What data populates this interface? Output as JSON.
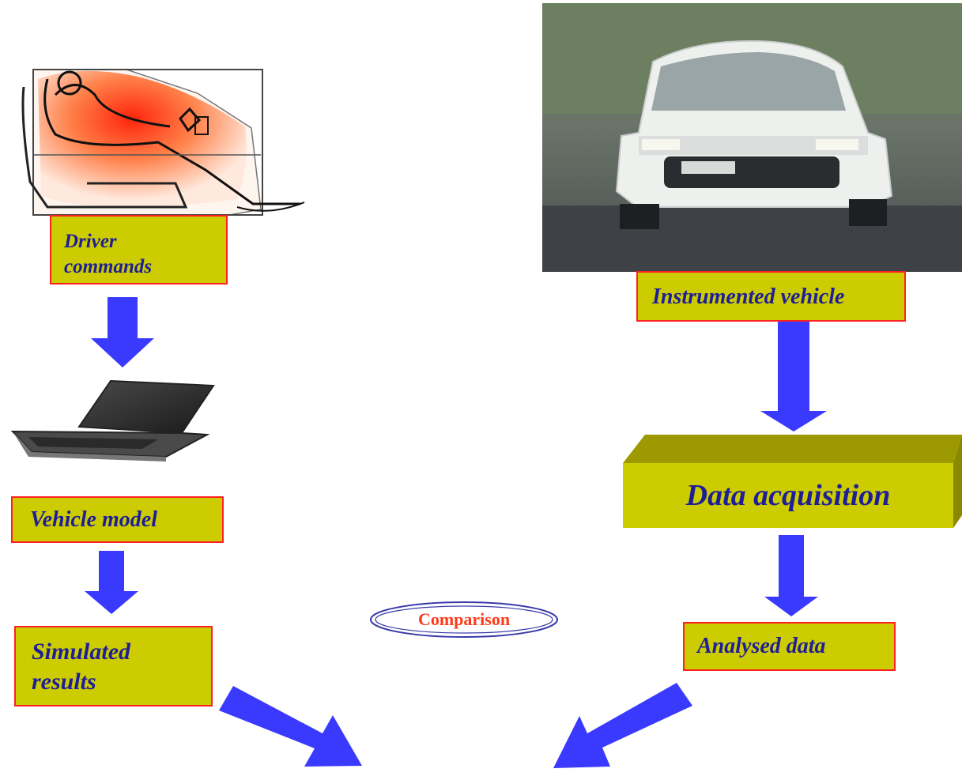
{
  "diagram": {
    "driver_commands": [
      "Driver",
      "commands"
    ],
    "vehicle_model": "Vehicle model",
    "simulated_results": [
      "Simulated",
      "results"
    ],
    "instrumented_vehicle": "Instrumented vehicle",
    "data_acquisition": "Data acquisition",
    "analysed_data": "Analysed data",
    "comparison": "Comparison"
  },
  "colors": {
    "box_fill": "#cccc00",
    "box_border": "#ff2020",
    "box_text": "#1e1e96",
    "arrow": "#3a3aff",
    "comparison_text": "#ff3a1a"
  },
  "icons": [
    "driver-seat-illustration",
    "laptop-icon",
    "car-photo"
  ]
}
